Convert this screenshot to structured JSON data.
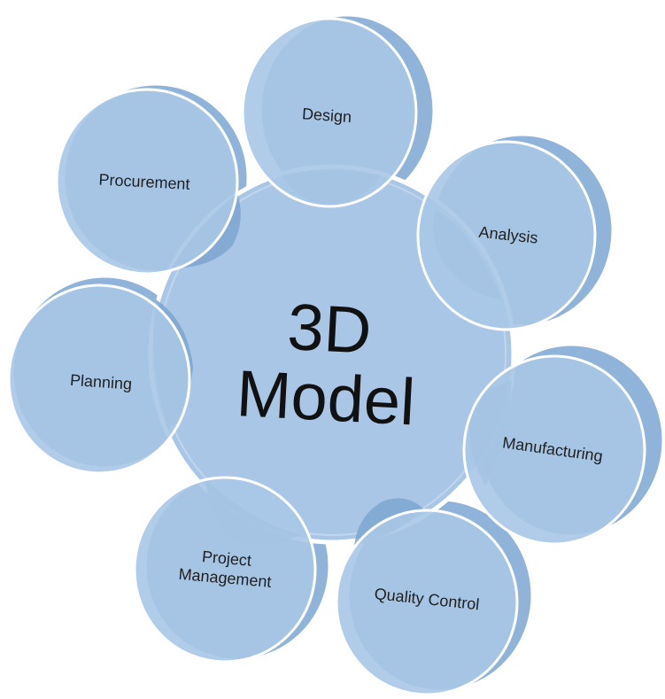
{
  "center": {
    "line1": "3D",
    "line2": "Model"
  },
  "satellites": [
    {
      "key": "design",
      "text": "Design"
    },
    {
      "key": "analysis",
      "text": "Analysis"
    },
    {
      "key": "manufacturing",
      "text": "Manufacturing"
    },
    {
      "key": "quality-control",
      "text": "Quality Control"
    },
    {
      "key": "project-management",
      "line1": "Project",
      "line2": "Management"
    },
    {
      "key": "planning",
      "text": "Planning"
    },
    {
      "key": "procurement",
      "text": "Procurement"
    }
  ],
  "colors": {
    "fill": "#a9c6e6",
    "shadow": "#8fb3d9",
    "overlap": "#7ea6d0",
    "outline": "#ffffff"
  }
}
